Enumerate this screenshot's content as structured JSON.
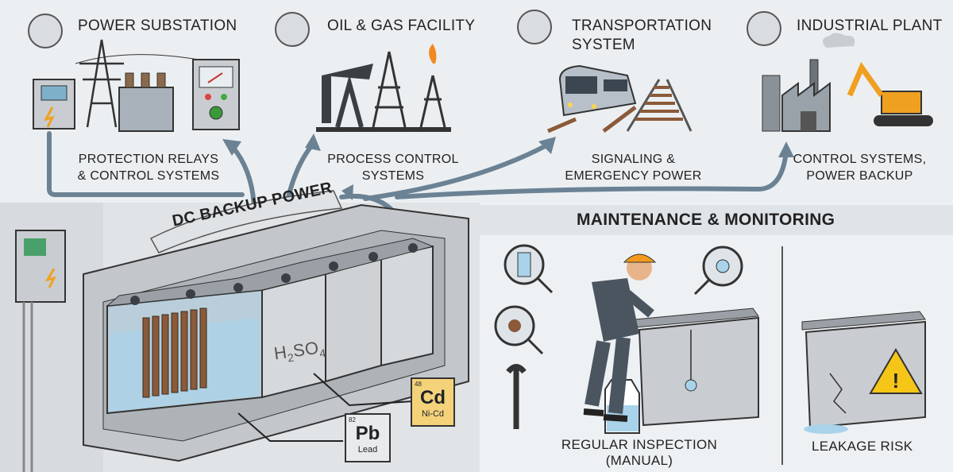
{
  "sections": [
    {
      "id": "substation",
      "title": "POWER SUBSTATION",
      "use": "PROTECTION RELAYS\n& CONTROL SYSTEMS",
      "icon": "transmission-tower-icon"
    },
    {
      "id": "oilgas",
      "title": "OIL & GAS FACILITY",
      "use": "PROCESS CONTROL\nSYSTEMS",
      "icon": "pumpjack-icon"
    },
    {
      "id": "transport",
      "title": "TRANSPORTATION\nSYSTEM",
      "use": "SIGNALING &\nEMERGENCY POWER",
      "icon": "train-icon"
    },
    {
      "id": "industrial",
      "title": "INDUSTRIAL PLANT",
      "use": "CONTROL SYSTEMS,\nPOWER BACKUP",
      "icon": "factory-icon"
    }
  ],
  "battery": {
    "banner": "DC BACKUP POWER",
    "formula_main": "H",
    "formula_sub1": "2",
    "formula_mid": "SO",
    "formula_sub2": "4"
  },
  "elements": [
    {
      "id": "cd",
      "number": "48",
      "symbol": "Cd",
      "name": "Ni-Cd"
    },
    {
      "id": "pb",
      "number": "82",
      "symbol": "Pb",
      "name": "Lead"
    }
  ],
  "maintenance": {
    "title": "MAINTENANCE & MONITORING",
    "inspection": "REGULAR INSPECTION\n(MANUAL)",
    "leakage": "LEAKAGE RISK"
  },
  "colors": {
    "arrow": "#6b8294",
    "battery": "#c9ccd0",
    "electrolyte": "#a9d3ea",
    "worker_helmet": "#f39a1e",
    "warning": "#f5c518",
    "element_cd": "#f3d27a"
  }
}
